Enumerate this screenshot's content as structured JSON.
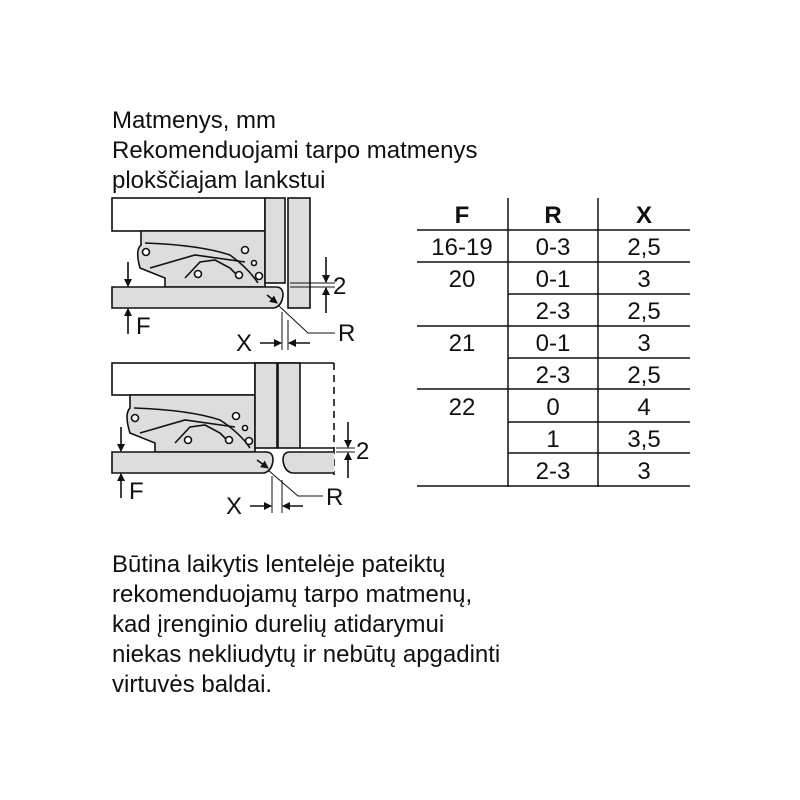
{
  "heading": {
    "lines": [
      "Matmenys, mm",
      "Rekomenduojami tarpo matmenys",
      "plokščiajam lankstui"
    ]
  },
  "diagram_labels": {
    "f": "F",
    "r": "R",
    "x": "X",
    "gap": "2"
  },
  "table": {
    "headers": [
      "F",
      "R",
      "X"
    ],
    "rows": [
      [
        "16-19",
        "0-3",
        "2,5"
      ],
      [
        "20",
        "0-1",
        "3"
      ],
      [
        "",
        "2-3",
        "2,5"
      ],
      [
        "21",
        "0-1",
        "3"
      ],
      [
        "",
        "2-3",
        "2,5"
      ],
      [
        "22",
        "0",
        "4"
      ],
      [
        "",
        "1",
        "3,5"
      ],
      [
        "",
        "2-3",
        "3"
      ]
    ]
  },
  "paragraph": {
    "lines": [
      "Būtina laikytis lentelėje pateiktų",
      "rekomenduojamų tarpo matmenų,",
      "kad įrenginio durelių atidarymui",
      "niekas nekliudytų ir nebūtų apgadinti",
      "virtuvės baldai."
    ]
  }
}
